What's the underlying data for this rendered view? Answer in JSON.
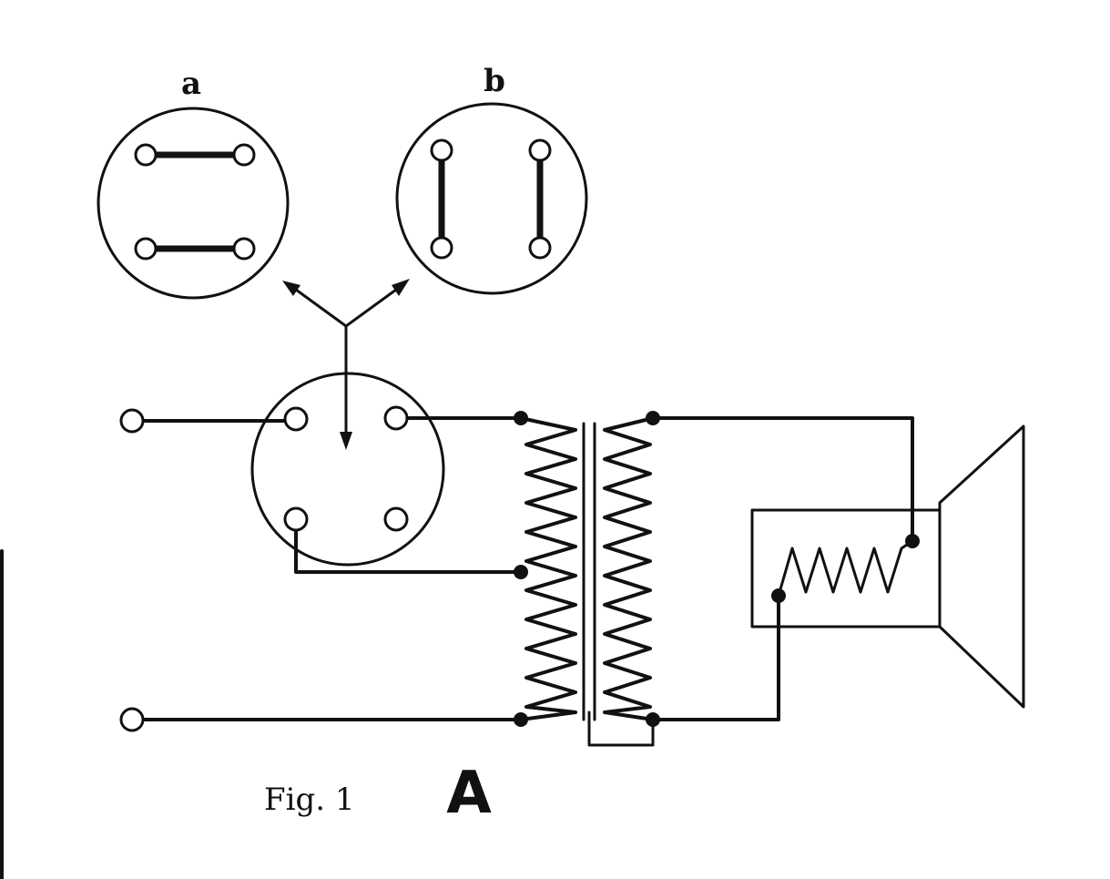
{
  "diagram": {
    "inset_labels": {
      "a": "a",
      "b": "b"
    },
    "caption": {
      "fig": "Fig. 1",
      "letter": "A"
    },
    "colors": {
      "ink": "#111111",
      "background": "#ffffff"
    }
  }
}
